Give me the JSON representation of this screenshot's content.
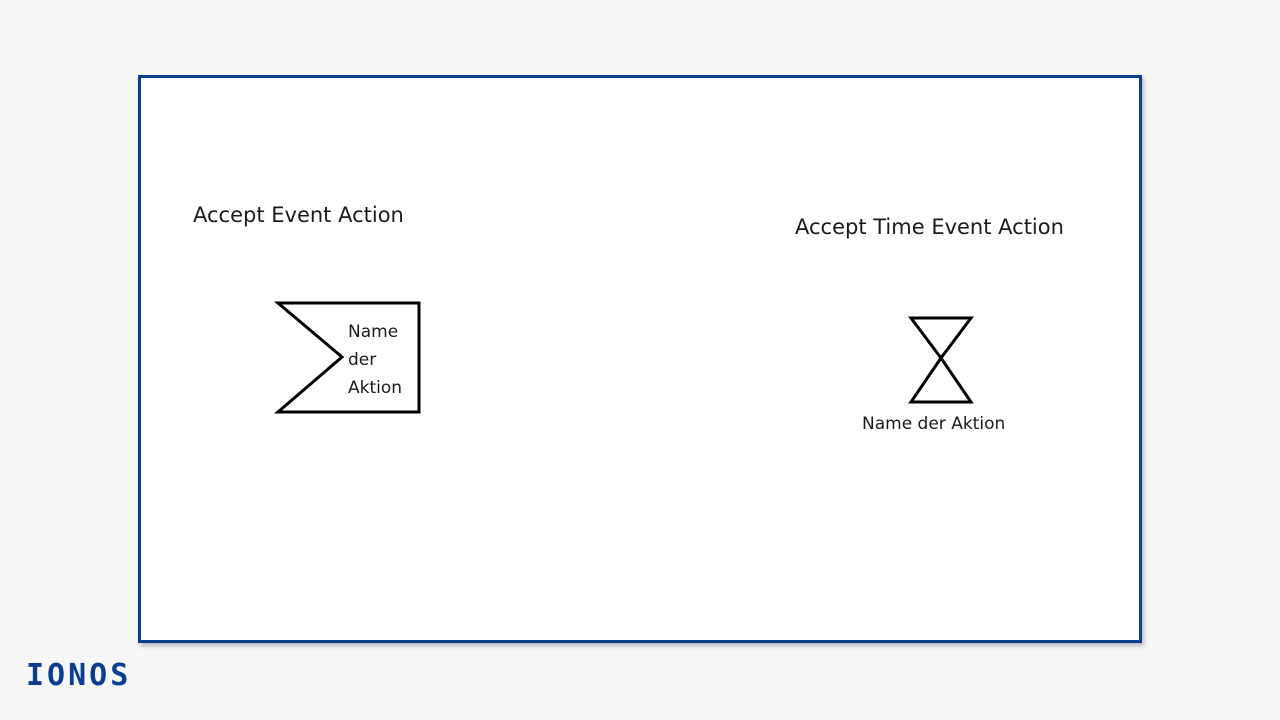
{
  "diagram": {
    "accept_event": {
      "title": "Accept Event Action",
      "label_lines": [
        "Name",
        "der",
        "Aktion"
      ]
    },
    "accept_time_event": {
      "title": "Accept Time Event Action",
      "label": "Name der Aktion"
    }
  },
  "branding": {
    "logo_text": "IONOS"
  },
  "colors": {
    "frame_border": "#0b3d91",
    "logo": "#0b3d91",
    "background": "#f7f7f7",
    "shape_stroke": "#000000"
  }
}
